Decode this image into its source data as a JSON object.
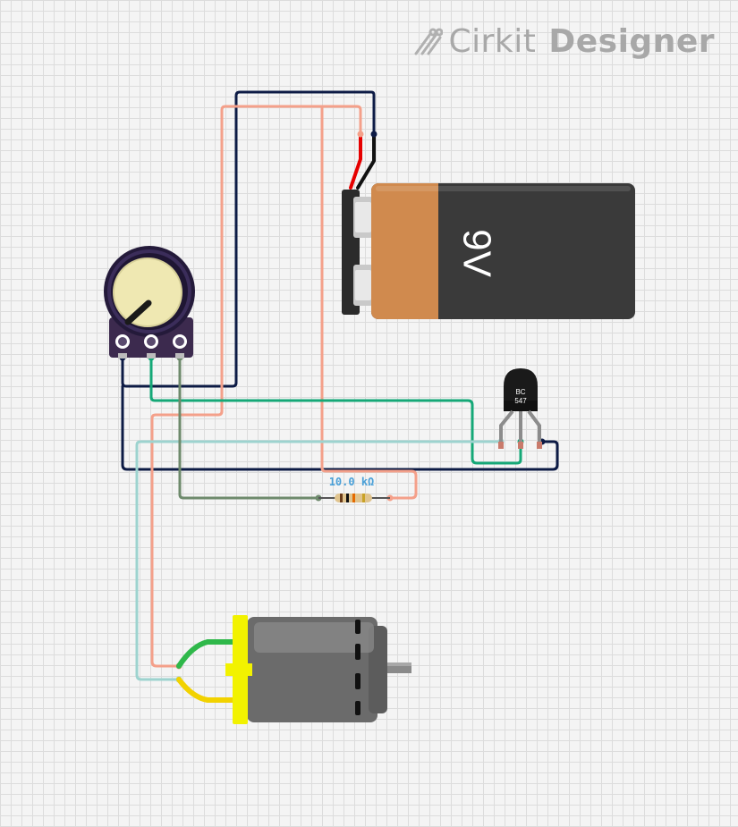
{
  "branding": {
    "word1": "Cirkit",
    "word2": "Designer",
    "logo_icon": "cirkit-logo-icon"
  },
  "battery": {
    "label": "9V"
  },
  "transistor": {
    "label_line1": "BC",
    "label_line2": "547"
  },
  "resistor": {
    "label": "10.0 kΩ"
  },
  "colors": {
    "wire_navy": "#0d1b45",
    "wire_salmon": "#f4a08a",
    "wire_green": "#15a877",
    "wire_lightteal": "#9dd3cf",
    "wire_grey_green": "#6e8a6c",
    "battery_copper": "#d08a4e",
    "battery_black": "#333333",
    "motor_grey": "#6b6b6b",
    "motor_yellow": "#f2f200",
    "pot_body": "#3c2a4e",
    "pot_knob": "#efe8b2",
    "resistor_label": "#4aa0d8"
  }
}
